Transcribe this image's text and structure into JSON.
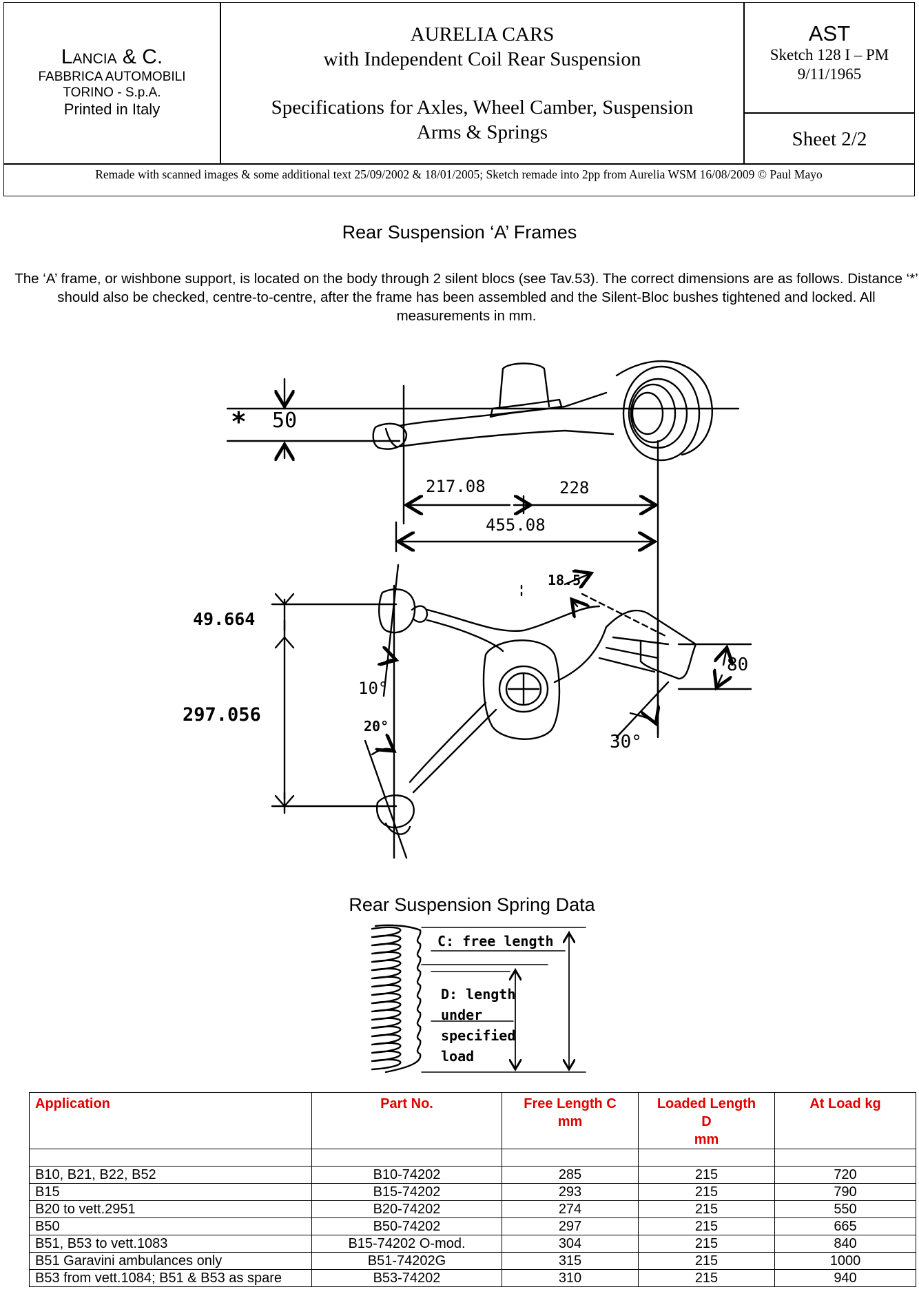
{
  "header": {
    "company_line1": "Lancia & C.",
    "company_line2": "FABBRICA AUTOMOBILI",
    "company_line3": "TORINO - S.p.A.",
    "company_line4": "Printed in Italy",
    "title_line1": "AURELIA CARS",
    "title_line2": "with Independent Coil Rear Suspension",
    "title_line3": "Specifications for Axles, Wheel Camber, Suspension",
    "title_line4": "Arms & Springs",
    "code": "AST",
    "sketch": "Sketch 128 I – PM",
    "date": "9/11/1965",
    "sheet": "Sheet 2/2",
    "remade_note": "Remade with scanned images & some additional text 25/09/2002 & 18/01/2005; Sketch remade into 2pp from Aurelia WSM 16/08/2009 © Paul Mayo"
  },
  "aframe": {
    "heading": "Rear Suspension ‘A’ Frames",
    "description": "The ‘A’ frame, or wishbone support, is located on the body through 2 silent blocs (see Tav.53). The correct dimensions are as follows. Distance ‘*’ should also be checked, centre-to-centre, after the frame has been assembled and the Silent-Bloc bushes tightened and locked. All measurements in mm.",
    "dims": {
      "star": "*",
      "d50": "50",
      "d217": "217.08",
      "d228": "228",
      "d455": "455.08",
      "d49": "49.664",
      "d297": "297.056",
      "d18": "18.5",
      "d80": "80",
      "d10": "10°",
      "d20": "20°",
      "d30": "30°"
    }
  },
  "spring": {
    "heading": "Rear Suspension Spring Data",
    "label_c": "C: free length",
    "label_d1": "D: length",
    "label_d2": "under",
    "label_d3": "specified",
    "label_d4": "load"
  },
  "table": {
    "headers": {
      "application": "Application",
      "part_no": "Part No.",
      "free_length_1": "Free Length C",
      "free_length_2": "mm",
      "loaded_1": "Loaded Length",
      "loaded_2": "D",
      "loaded_3": "mm",
      "load": "At Load kg"
    },
    "rows": [
      {
        "application": "B10, B21, B22, B52",
        "part_no": "B10-74202",
        "free": "285",
        "loaded": "215",
        "load": "720"
      },
      {
        "application": "B15",
        "part_no": "B15-74202",
        "free": "293",
        "loaded": "215",
        "load": "790"
      },
      {
        "application": "B20 to vett.2951",
        "part_no": "B20-74202",
        "free": "274",
        "loaded": "215",
        "load": "550"
      },
      {
        "application": "B50",
        "part_no": "B50-74202",
        "free": "297",
        "loaded": "215",
        "load": "665"
      },
      {
        "application": "B51, B53 to vett.1083",
        "part_no": "B15-74202 O-mod.",
        "free": "304",
        "loaded": "215",
        "load": "840"
      },
      {
        "application": "B51 Garavini ambulances only",
        "part_no": "B51-74202G",
        "free": "315",
        "loaded": "215",
        "load": "1000"
      },
      {
        "application": "B53 from vett.1084; B51 & B53 as spare",
        "part_no": "B53-74202",
        "free": "310",
        "loaded": "215",
        "load": "940"
      }
    ]
  }
}
